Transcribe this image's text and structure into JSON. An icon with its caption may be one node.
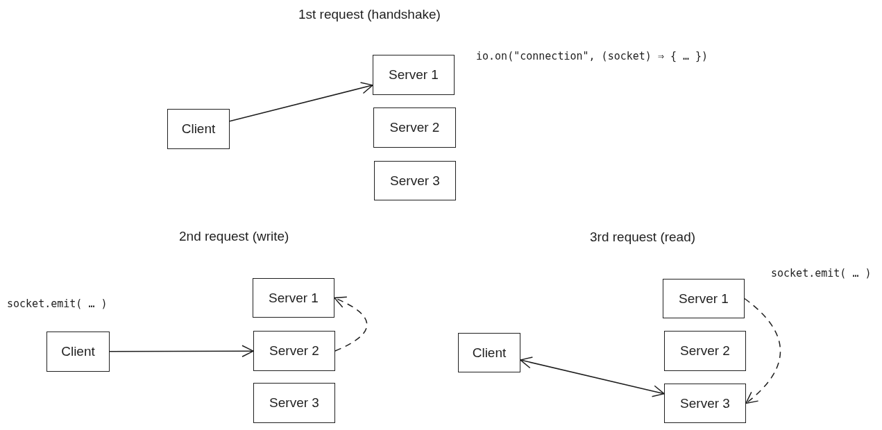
{
  "diagram": {
    "nodes": [
      {
        "text": [
          "Client"
        ]
      },
      {
        "text": [
          "Server 1"
        ]
      },
      {
        "text": [
          "Server 2"
        ]
      },
      {
        "text": [
          "Server 3"
        ]
      },
      {
        "text": [
          "Client"
        ]
      },
      {
        "text": [
          "Server 1"
        ]
      },
      {
        "text": [
          "Server 2"
        ]
      },
      {
        "text": [
          "Server 3"
        ]
      },
      {
        "text": [
          "Client"
        ]
      },
      {
        "text": [
          "Server 1"
        ]
      },
      {
        "text": [
          "Server 2"
        ]
      },
      {
        "text": [
          "Server 3"
        ]
      }
    ],
    "edges": [
      {
        "from": 0,
        "to": 1,
        "arrow": "to"
      },
      {
        "from": 4,
        "to": 6,
        "arrow": "to"
      },
      {
        "from": 6,
        "to": 5,
        "arrow": "to",
        "style": "dashed"
      },
      {
        "from": 8,
        "to": 11,
        "arrow": "both"
      },
      {
        "from": 9,
        "to": 11,
        "arrow": "to",
        "style": "dashed"
      }
    ],
    "labels": [
      "1st request (handshake)",
      "io.on(\"connection\", (socket) ⇒ {  …  })",
      "2nd request (write)",
      "socket.emit( … )",
      "3rd request (read)",
      "socket.emit( … )"
    ]
  }
}
